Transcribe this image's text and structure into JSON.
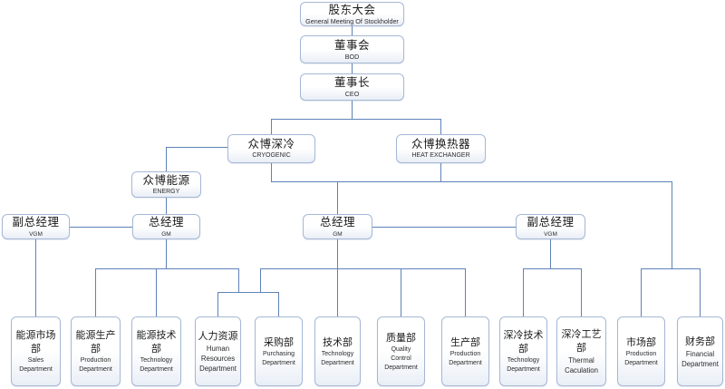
{
  "colors": {
    "connector": "#5f82b8",
    "box_border": "#a6b8d6",
    "box_fill": "#ffffff",
    "box_fill_shade": "#e9eef6",
    "text": "#1e1e1e"
  },
  "governance": {
    "shareholders_meeting": {
      "zh": "股东大会",
      "en": "General Meeting Of Stockholder"
    },
    "board": {
      "zh": "董事会",
      "en": "BOD"
    },
    "chairman": {
      "zh": "董事长",
      "en": "CEO"
    }
  },
  "companies": {
    "cryogenic": {
      "zh": "众博深冷",
      "en": "CRYOGENIC"
    },
    "heat_exchanger": {
      "zh": "众博换热器",
      "en": "HEAT EXCHANGER"
    },
    "energy": {
      "zh": "众博能源",
      "en": "ENERGY"
    }
  },
  "management": {
    "energy_vgm": {
      "zh": "副总经理",
      "en": "VGM"
    },
    "energy_gm": {
      "zh": "总经理",
      "en": "GM"
    },
    "gm": {
      "zh": "总经理",
      "en": "GM"
    },
    "vgm": {
      "zh": "副总经理",
      "en": "VGM"
    }
  },
  "departments": [
    {
      "zh": "能源市场部",
      "en": "Sales Department"
    },
    {
      "zh": "能源生产部",
      "en": "Production Department"
    },
    {
      "zh": "能源技术部",
      "en": "Technology Department"
    },
    {
      "zh": "人力资源",
      "en": "Human Resources Department"
    },
    {
      "zh": "采购部",
      "en": "Purchasing Department"
    },
    {
      "zh": "技术部",
      "en": "Technology Department"
    },
    {
      "zh": "质量部",
      "en": "Quality Control Department"
    },
    {
      "zh": "生产部",
      "en": "Production Department"
    },
    {
      "zh": "深冷技术部",
      "en": "Technology Department"
    },
    {
      "zh": "深冷工艺部",
      "en": "Thermal Caculation"
    },
    {
      "zh": "市场部",
      "en": "Production Department"
    },
    {
      "zh": "财务部",
      "en": "Financial Department"
    }
  ]
}
